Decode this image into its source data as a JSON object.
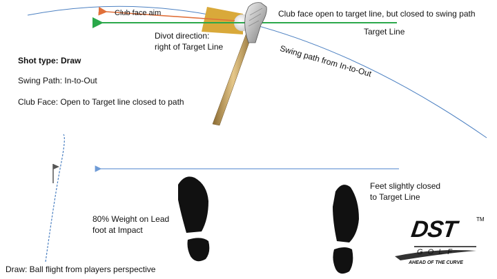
{
  "annotations": {
    "club_face_aim": "Club face aim",
    "face_open_note": "Club face open to target line, but closed to swing path",
    "target_line": "Target Line",
    "divot_line1": "Divot direction:",
    "divot_line2": "right of Target Line",
    "swing_path": "Swing path from In-to-Out",
    "feet_line1": "Feet slightly closed",
    "feet_line2": "to Target Line",
    "weight_line1": "80% Weight on Lead",
    "weight_line2": "foot at Impact",
    "ball_flight": "Draw: Ball flight from players perspective"
  },
  "shot_info": {
    "shot_type": "Shot type: Draw",
    "swing_path": "Swing Path: In-to-Out",
    "club_face": "Club Face: Open to Target line closed to path"
  },
  "logo": {
    "mark": "DST",
    "tm": "TM",
    "word": "G O L F",
    "tagline": "AHEAD OF THE CURVE"
  },
  "colors": {
    "face_aim_arrow": "#e0703a",
    "target_line": "#2aa84a",
    "swing_path_curve": "#4a7fc1",
    "feet_line": "#6e9bd6",
    "divot": "#d9a93a",
    "ball_flight": "#4a7fc1"
  }
}
